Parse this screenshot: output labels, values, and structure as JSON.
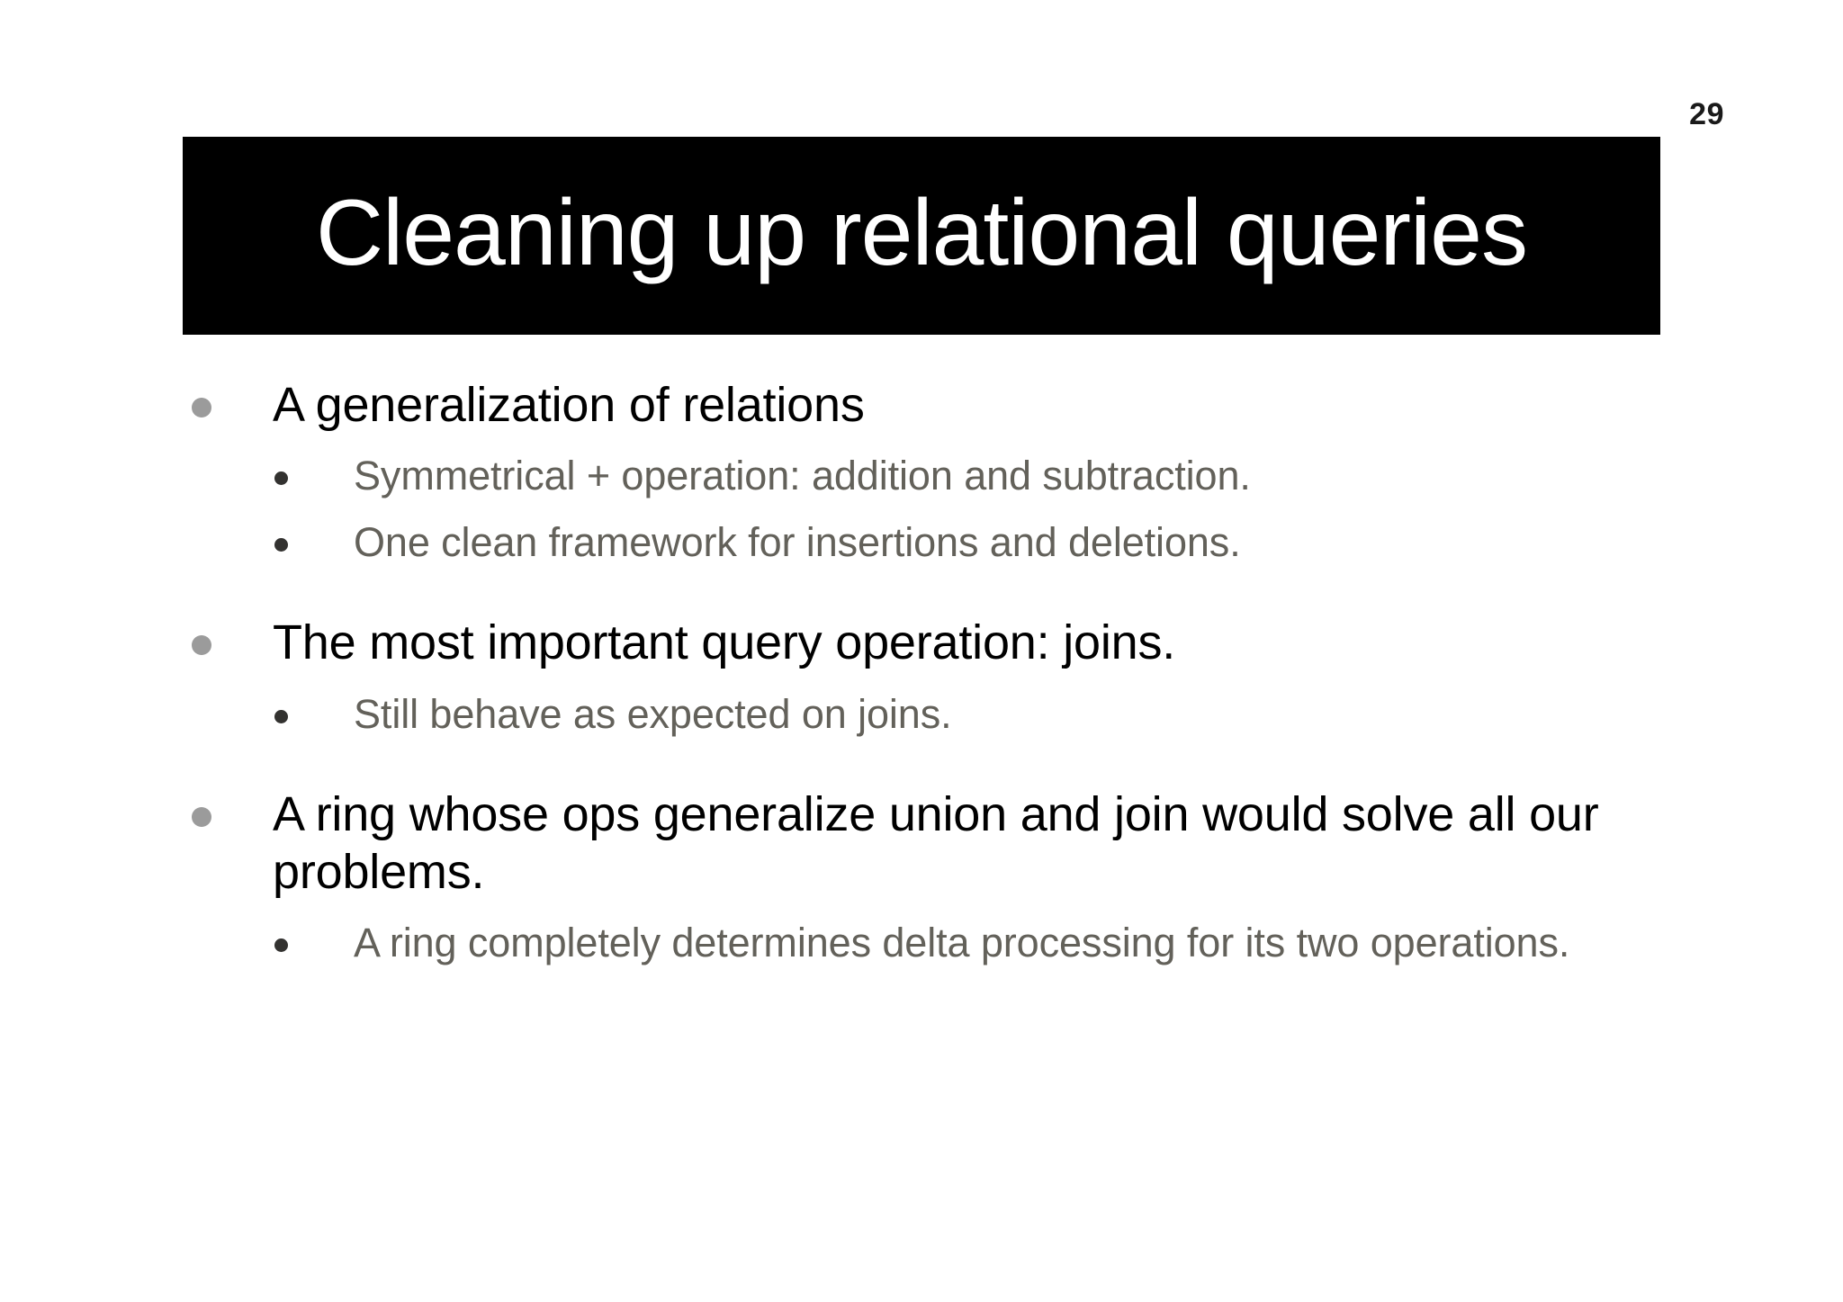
{
  "slide": {
    "page_number": "29",
    "title": "Cleaning up relational queries",
    "colors": {
      "banner_background": "#000000",
      "title_text": "#ffffff",
      "level1_text": "#000000",
      "level1_bullet": "#9b9b9b",
      "level2_text": "#63615a",
      "level2_bullet": "#333230",
      "page_background": "#ffffff"
    },
    "bullets": [
      {
        "level": 1,
        "text": "A generalization of relations"
      },
      {
        "level": 2,
        "text": "Symmetrical + operation: addition and subtraction."
      },
      {
        "level": 2,
        "text": "One clean framework for insertions and deletions."
      },
      {
        "level": 1,
        "text": "The most important query operation: joins."
      },
      {
        "level": 2,
        "text": "Still behave as expected on joins."
      },
      {
        "level": 1,
        "text": "A ring whose ops generalize union and join would solve all our problems."
      },
      {
        "level": 2,
        "text": "A ring completely determines delta processing for its two operations."
      }
    ]
  }
}
